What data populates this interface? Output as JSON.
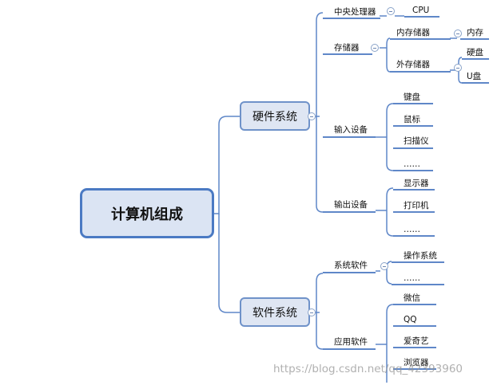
{
  "root": "计算机组成",
  "hardware": {
    "label": "硬件系统",
    "cpu": {
      "label": "中央处理器",
      "child": "CPU"
    },
    "storage": {
      "label": "存储器",
      "internal": {
        "label": "内存储器",
        "child": "内存"
      },
      "external": {
        "label": "外存储器",
        "children": [
          "硬盘",
          "U盘"
        ]
      }
    },
    "input": {
      "label": "输入设备",
      "children": [
        "键盘",
        "鼠标",
        "扫描仪",
        "……"
      ]
    },
    "output": {
      "label": "输出设备",
      "children": [
        "显示器",
        "打印机",
        "……"
      ]
    }
  },
  "software": {
    "label": "软件系统",
    "system": {
      "label": "系统软件",
      "children": [
        "操作系统",
        "……"
      ]
    },
    "app": {
      "label": "应用软件",
      "children": [
        "微信",
        "QQ",
        "爱奇艺",
        "浏览器"
      ]
    }
  },
  "watermark": "https://blog.csdn.net/qq_42393960",
  "colors": {
    "line": "#5f87c8",
    "box_fill": "#dfe6f3",
    "box_border": "#6f92c9"
  }
}
